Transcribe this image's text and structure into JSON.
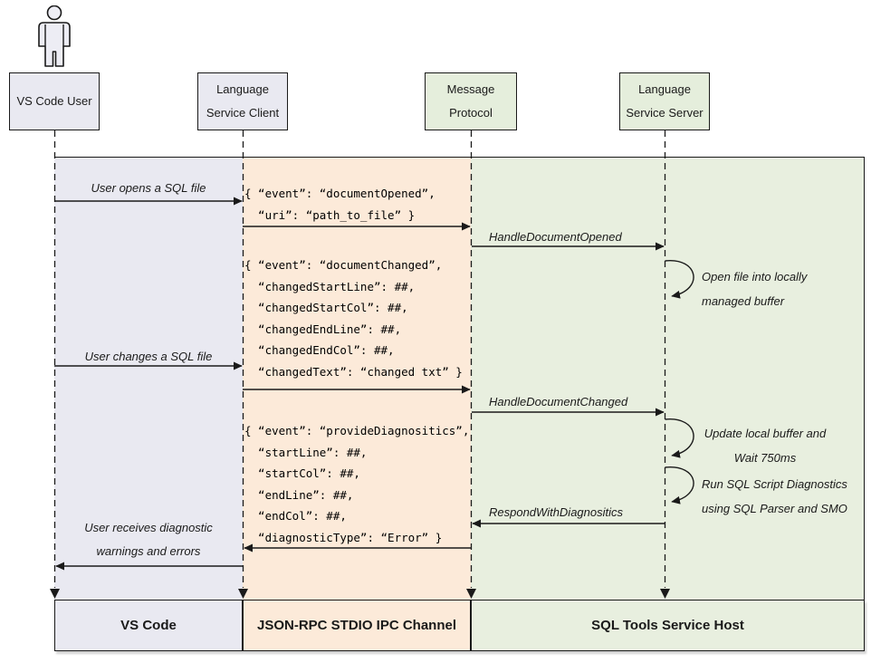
{
  "colors": {
    "lane_user": "#e9e9f1",
    "lane_ipc": "#fcead9",
    "lane_host": "#e5eedc",
    "line": "#1a1a1a"
  },
  "headers": {
    "user": "VS Code User",
    "client1": "Language",
    "client2": "Service Client",
    "protocol1": "Message",
    "protocol2": "Protocol",
    "server1": "Language",
    "server2": "Service Server"
  },
  "messages": {
    "open_file": "User opens a SQL file",
    "change_file": "User changes a SQL file",
    "handle_opened": "HandleDocumentOpened",
    "handle_changed": "HandleDocumentChanged",
    "respond": "RespondWithDiagnositics",
    "receive1": "User receives diagnostic",
    "receive2": "warnings and errors"
  },
  "loops": {
    "l1a": "Open file into locally",
    "l1b": "managed buffer",
    "l2a": "Update local buffer and",
    "l2b": "Wait 750ms",
    "l3a": "Run SQL Script Diagnostics",
    "l3b": "using SQL Parser and SMO"
  },
  "json1": {
    "l1": "{ “event”: “documentOpened”,",
    "l2": "  “uri”: “path_to_file” }"
  },
  "json2": {
    "l1": "{ “event”: “documentChanged”,",
    "l2": "  “changedStartLine”: ##,",
    "l3": "  “changedStartCol”: ##,",
    "l4": "  “changedEndLine”: ##,",
    "l5": "  “changedEndCol”: ##,",
    "l6": "  “changedText”: “changed txt” }"
  },
  "json3": {
    "l1": "{ “event”: “provideDiagnositics”,",
    "l2": "  “startLine”: ##,",
    "l3": "  “startCol”: ##,",
    "l4": "  “endLine”: ##,",
    "l5": "  “endCol”: ##,",
    "l6": "  “diagnosticType”: “Error” }"
  },
  "footers": {
    "vscode": "VS Code",
    "ipc": "JSON-RPC STDIO IPC Channel",
    "host": "SQL Tools Service Host"
  }
}
